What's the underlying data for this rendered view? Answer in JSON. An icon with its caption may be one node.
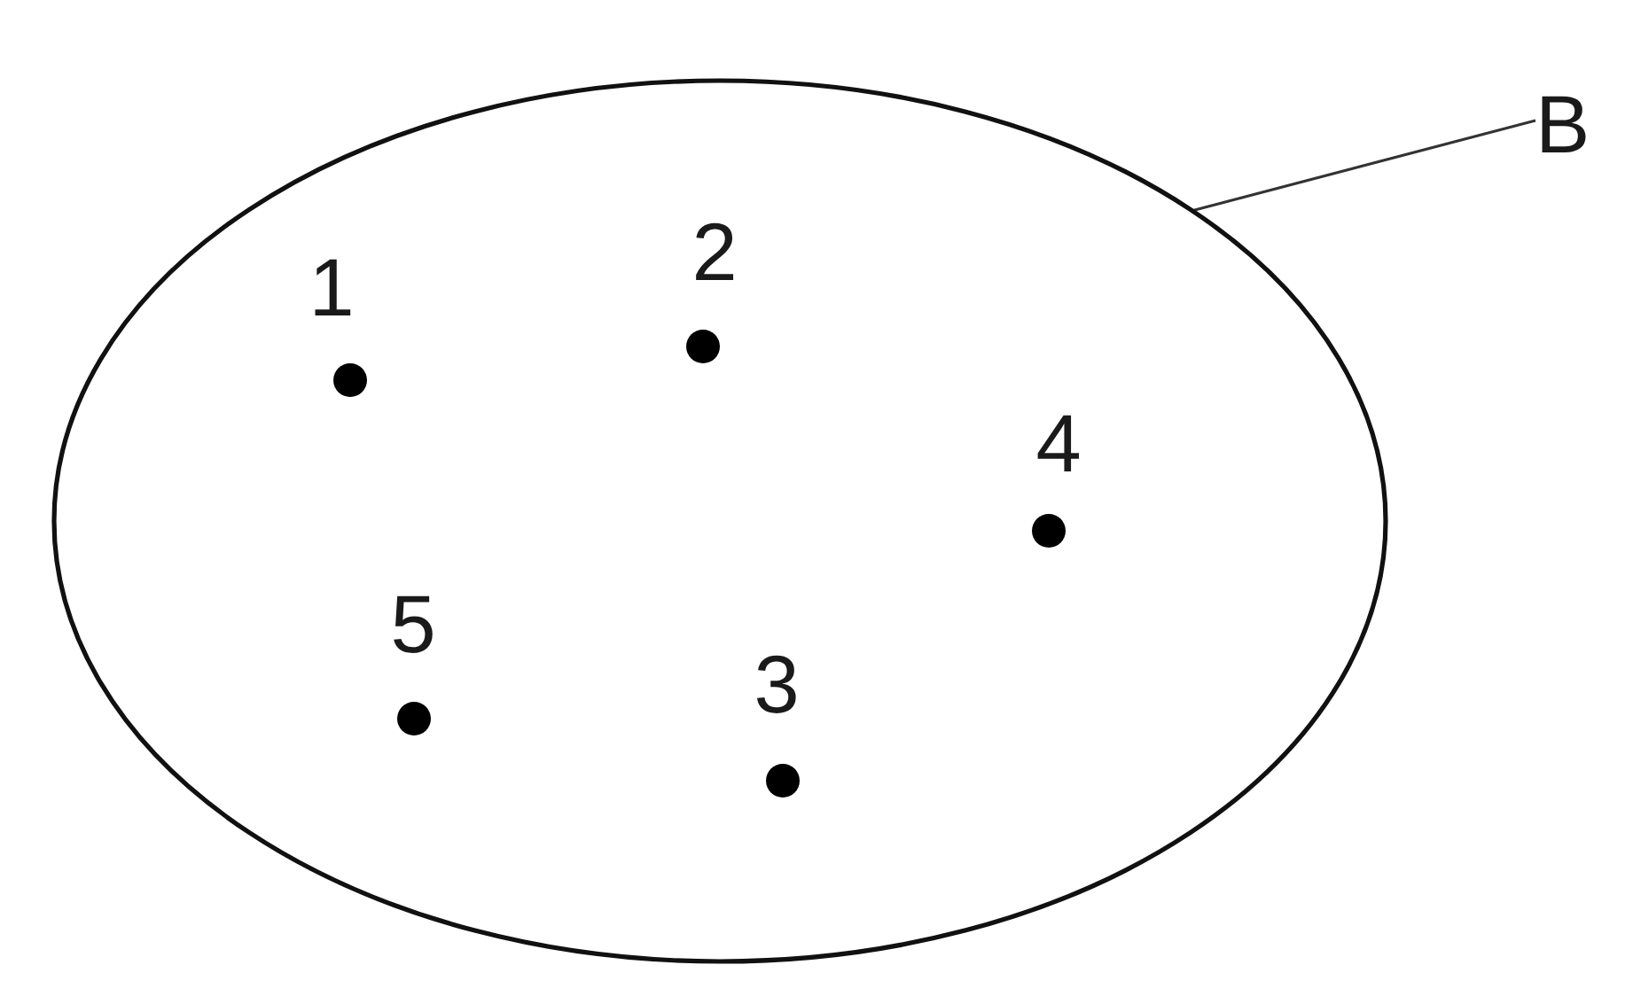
{
  "diagram": {
    "nodes": [
      {
        "text": [],
        "shape": "ellipse"
      },
      {
        "text": [],
        "shape": "dot",
        "in": 0,
        "beside": [
          "1"
        ]
      },
      {
        "text": [],
        "shape": "dot",
        "in": 0,
        "beside": [
          "2"
        ]
      },
      {
        "text": [],
        "shape": "dot",
        "in": 0,
        "beside": [
          "3"
        ]
      },
      {
        "text": [],
        "shape": "dot",
        "in": 0,
        "beside": [
          "4"
        ]
      },
      {
        "text": [],
        "shape": "dot",
        "in": 0,
        "beside": [
          "5"
        ]
      },
      {
        "text": [
          "B"
        ]
      }
    ],
    "edges": [
      {
        "from": 6,
        "to": 0,
        "arrow": "none"
      }
    ]
  }
}
